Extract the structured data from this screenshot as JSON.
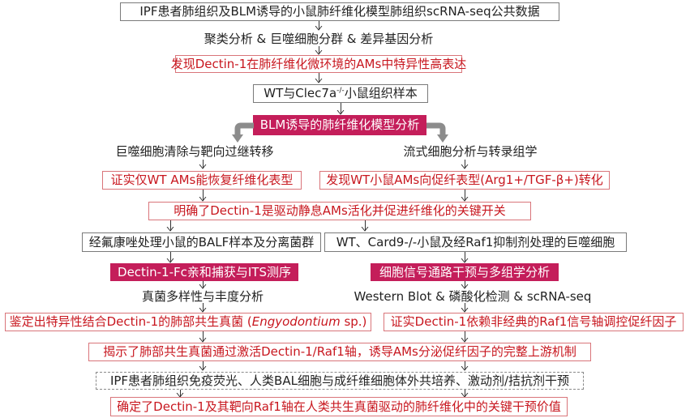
{
  "title": "Research workflow: Dectin-1 / Raf1 axis in commensal fungi-driven pulmonary fibrosis",
  "nodes": {
    "n1": "IPF患者肺组织及BLM诱导的小鼠肺纤维化模型肺组织scRNA-seq公共数据",
    "l1": "聚类分析 & 巨噬细胞分群 & 差异基因分析",
    "n2": "发现Dectin-1在肺纤维化微环境的AMs中特异性高表达",
    "n3_prefix": "WT与Clec7a",
    "n3_sup": "-/-",
    "n3_suffix": "小鼠组织样本",
    "n4": "BLM诱导的肺纤维化模型分析",
    "l2_left": "巨噬细胞清除与靶向过继转移",
    "l2_right": "流式细胞分析与转录组学",
    "n5_left": "证实仅WT AMs能恢复纤维化表型",
    "n5_right": "发现WT小鼠AMs向促纤表型(Arg1+/TGF-β+)转化",
    "n6": "明确了Dectin-1是驱动静息AMs活化并促进纤维化的关键开关",
    "n7_left": "经氟康唑处理小鼠的BALF样本及分离菌群",
    "n7_right": "WT、Card9-/-小鼠及经Raf1抑制剂处理的巨噬细胞",
    "n8_left": "Dectin-1-Fc亲和捕获与ITS测序",
    "n8_right": "细胞信号通路干预与多组学分析",
    "l3_left": "真菌多样性与丰度分析",
    "l3_right": "Western Blot & 磷酸化检测 & scRNA-seq",
    "n9_left_prefix": "鉴定出特异性结合Dectin-1的肺部共生真菌 (",
    "n9_left_italic": "Engyodontium",
    "n9_left_suffix": " sp.)",
    "n9_right": "证实Dectin-1依赖非经典的Raf1信号轴调控促纤因子",
    "n10": "揭示了肺部共生真菌通过激活Dectin-1/Raf1轴，诱导AMs分泌促纤因子的完整上游机制",
    "n11": "IPF患者肺组织免疫荧光、人类BAL细胞与成纤维细胞体外共培养、激动剂/拮抗剂干预",
    "n12": "确定了Dectin-1及其靶向Raf1轴在人类共生真菌驱动的肺纤维化中的关键干预价值"
  },
  "colors": {
    "finding_text": "#c8171f",
    "finding_border": "#d9757a",
    "method_fill": "#c41e5a",
    "neutral_border": "#7a7a7a",
    "curved_arrow": "#8c8c8c"
  }
}
